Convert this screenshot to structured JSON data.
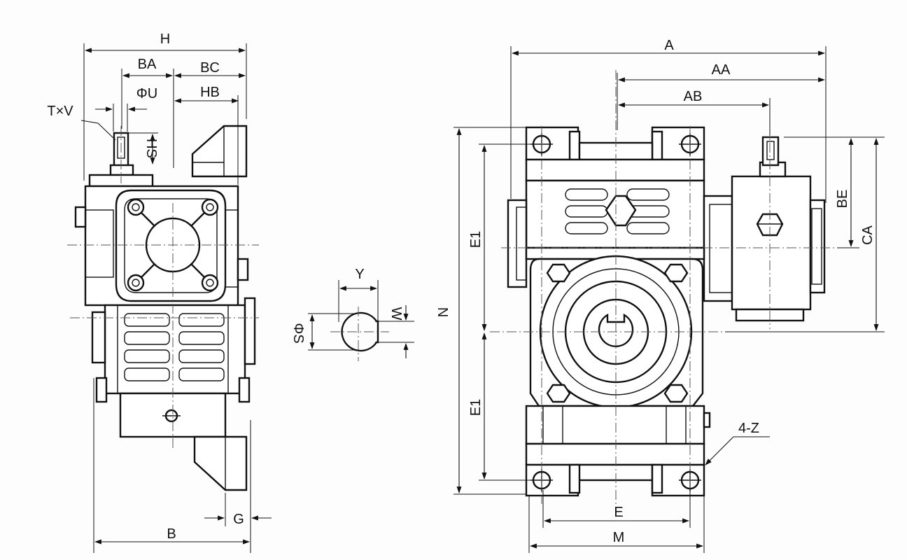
{
  "colors": {
    "line": "#111111",
    "background": "#fdfdfd"
  },
  "left_view": {
    "labels": {
      "H": "H",
      "BA": "BA",
      "BC": "BC",
      "U": "ΦU",
      "HB": "HB",
      "TV": "T×V",
      "HS": "HS",
      "B": "B",
      "G": "G"
    }
  },
  "shaft_section": {
    "labels": {
      "Y": "Y",
      "W": "W",
      "S": "ΦS"
    }
  },
  "front_view": {
    "labels": {
      "A": "A",
      "AA": "AA",
      "AB": "AB",
      "N": "N",
      "E1_top": "E1",
      "E1_bottom": "E1",
      "BE": "BE",
      "CA": "CA",
      "Z": "4-Z",
      "E": "E",
      "M": "M"
    }
  }
}
